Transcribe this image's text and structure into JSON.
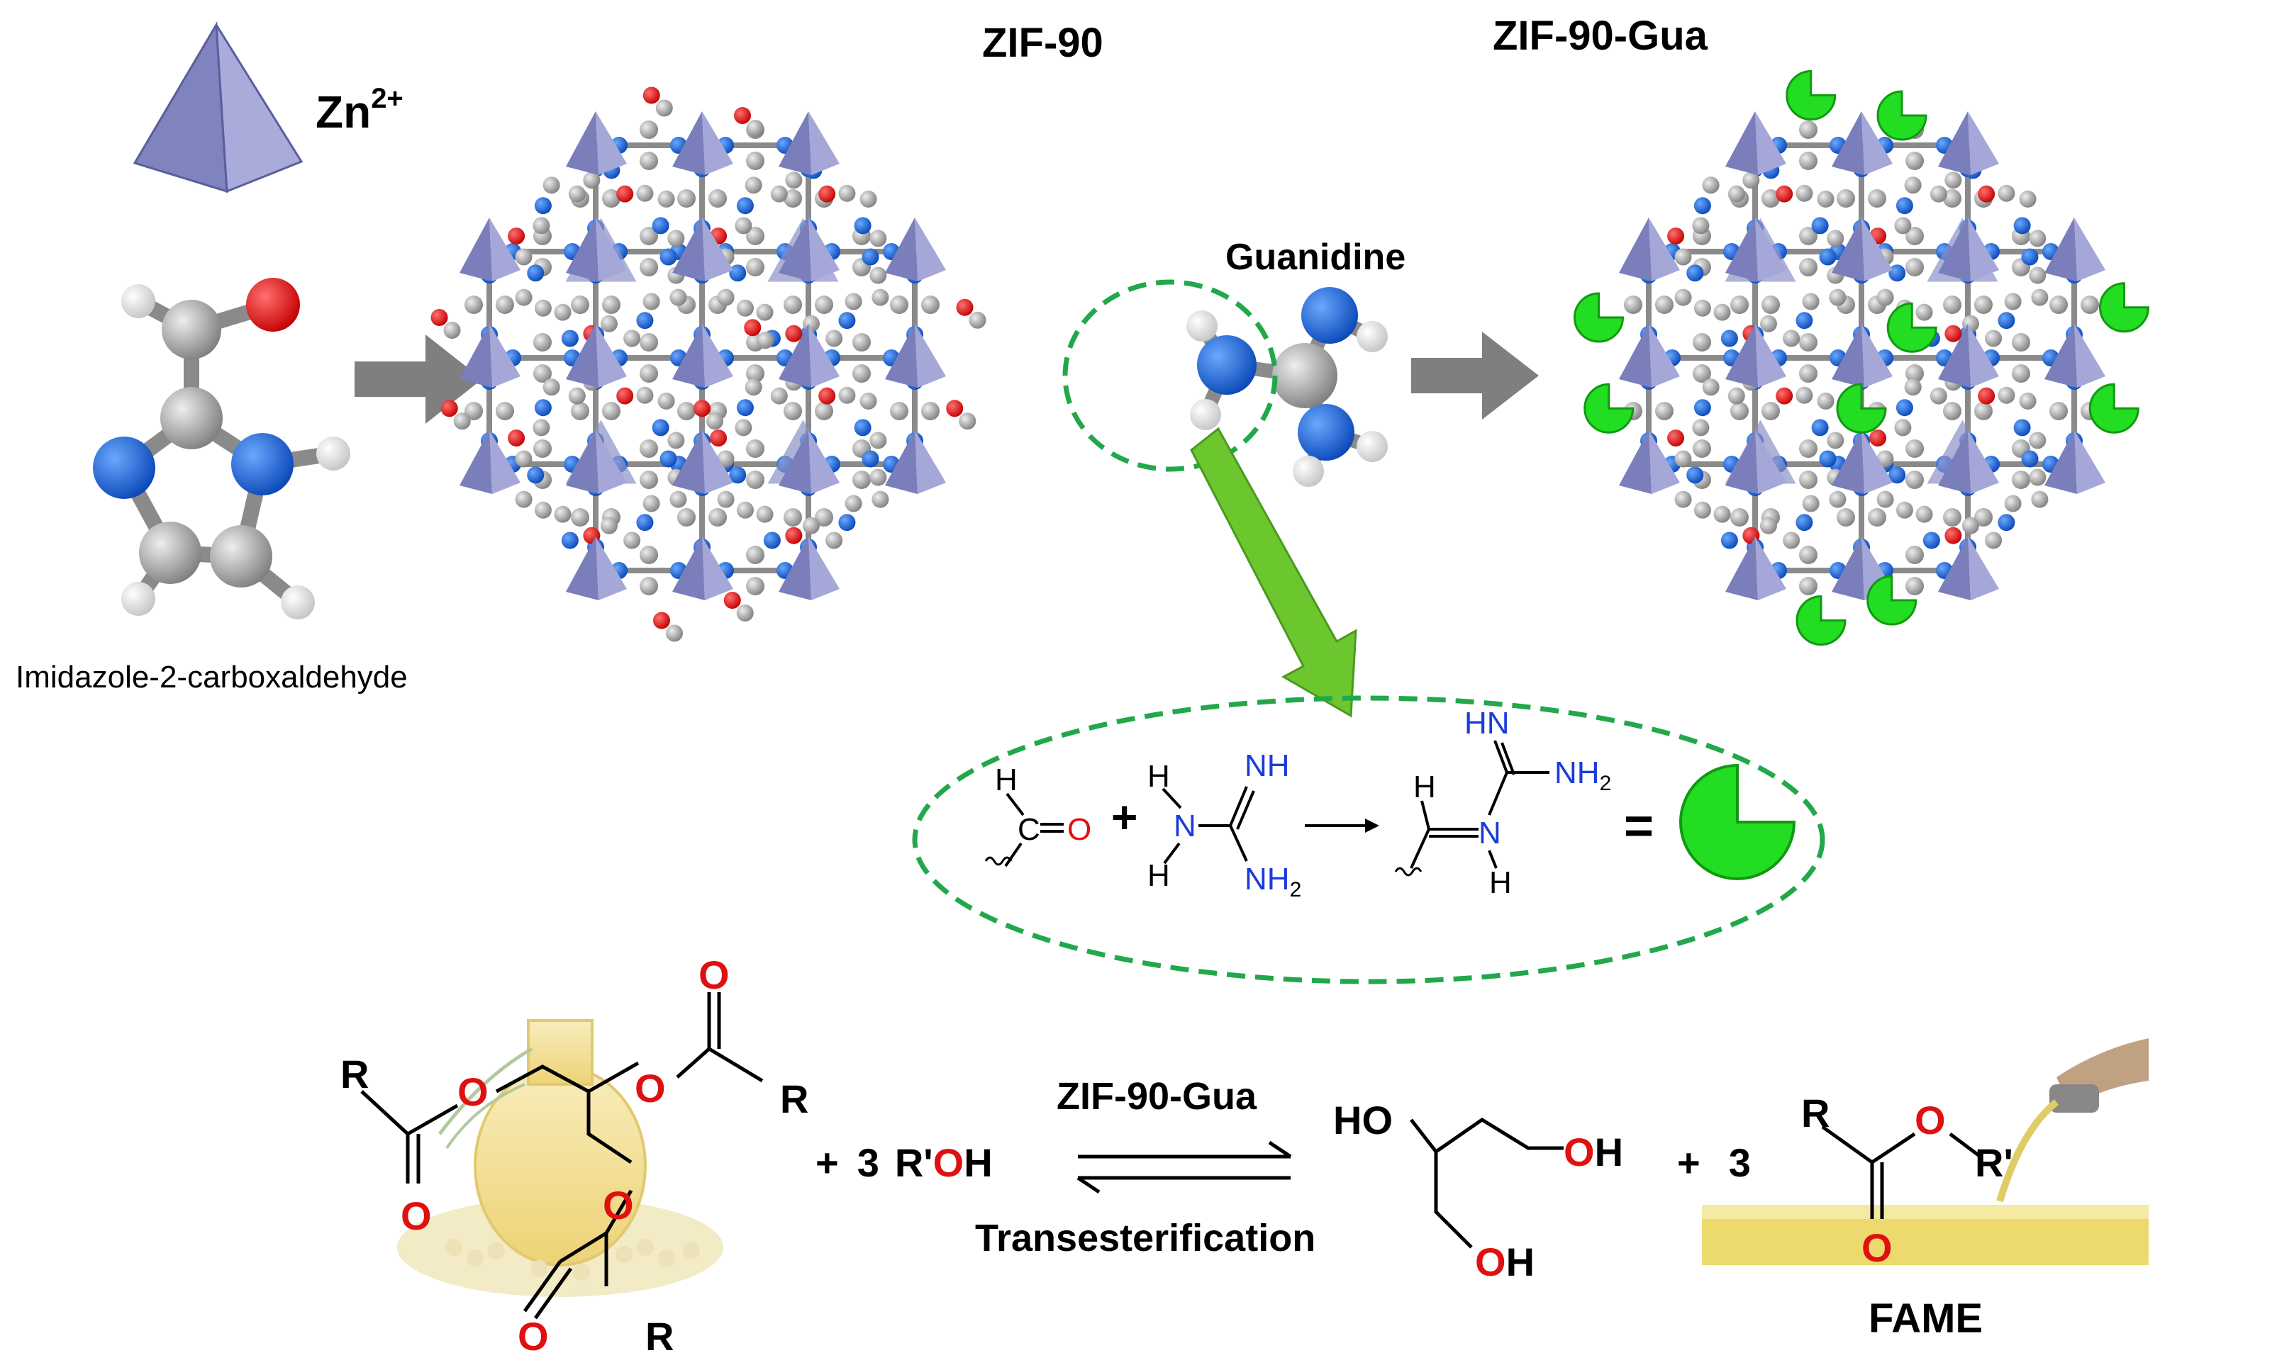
{
  "labels": {
    "zn": "Zn",
    "zn_charge": "2+",
    "linker": "Imidazole-2-carboxaldehyde",
    "zif90": "ZIF-90",
    "zif90gua": "ZIF-90-Gua",
    "guanidine": "Guanidine",
    "catalyst": "ZIF-90-Gua",
    "process": "Transesterification",
    "product": "FAME",
    "equals": "="
  },
  "reaction_scheme": {
    "aldehyde_H": "H",
    "aldehyde_C": "C",
    "aldehyde_O": "O",
    "plus": "+",
    "gua_H1": "H",
    "gua_N": "N",
    "gua_H2": "H",
    "gua_NH": "NH",
    "gua_NH2": "NH",
    "gua_NH2_sub": "2",
    "prod_HN": "HN",
    "prod_NH2": "NH",
    "prod_NH2_sub": "2",
    "prod_N": "N",
    "prod_H": "H"
  },
  "transesterification": {
    "R1": "R",
    "R2": "R",
    "R3": "R",
    "O_ester1": "O",
    "O_ester2": "O",
    "O_ester3": "O",
    "O_carbonyl1": "O",
    "O_carbonyl2": "O",
    "O_carbonyl3": "O",
    "plus1": "+",
    "coef1": "3",
    "alcohol_R": "R'",
    "alcohol_O": "O",
    "alcohol_H": "H",
    "gly_HO": "HO",
    "gly_H": "H",
    "gly_O1": "O",
    "gly_O2": "O",
    "plus2": "+",
    "coef2": "3",
    "fame_R": "R",
    "fame_O": "O",
    "fame_Rp": "R'",
    "fame_carbonyl_O": "O"
  },
  "colors": {
    "zinc_tetrahedron": "#8c90c8",
    "carbon": "#9a9a9a",
    "nitrogen": "#1463d6",
    "oxygen": "#e01010",
    "hydrogen": "#f2f2f2",
    "arrow_gray": "#808080",
    "arrow_green": "#6cc62e",
    "pacman": "#22dd22",
    "dash_green": "#22a84a",
    "label_blue": "#1a3cdc",
    "label_red": "#e01010",
    "oil": "#e8c84a"
  }
}
